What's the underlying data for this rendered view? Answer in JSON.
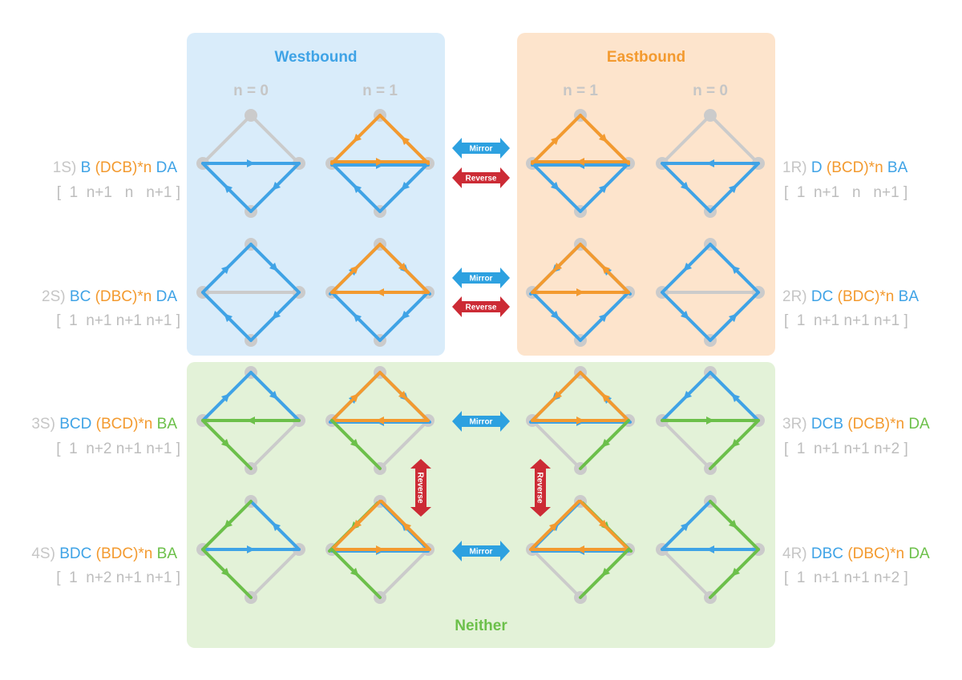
{
  "colors": {
    "westbound": "#3fa3e6",
    "eastbound": "#f39a2f",
    "neither": "#6cc04a",
    "grey": "#cbcbcb",
    "reverse": "#cc2b35",
    "mirror": "#2da1e0",
    "panel_west": "#d9ecfa",
    "panel_east": "#fde4cc",
    "panel_neither": "#e3f2d8"
  },
  "panels": {
    "westbound": {
      "title": "Westbound"
    },
    "eastbound": {
      "title": "Eastbound"
    },
    "neither": {
      "title": "Neither"
    }
  },
  "column_labels": {
    "west_n0": "n = 0",
    "west_n1": "n = 1",
    "east_n1": "n = 1",
    "east_n0": "n = 0"
  },
  "arrows": {
    "mirror": "Mirror",
    "reverse": "Reverse"
  },
  "rows": [
    {
      "left": {
        "prefix": "1S)",
        "parts": [
          {
            "text": "B",
            "color": "blue"
          },
          {
            "text": "(DCB)*n",
            "color": "orange"
          },
          {
            "text": "DA",
            "color": "blue"
          }
        ],
        "counts": "[  1  n+1   n   n+1 ]"
      },
      "right": {
        "prefix": "1R)",
        "parts": [
          {
            "text": "D",
            "color": "blue"
          },
          {
            "text": "(BCD)*n",
            "color": "orange"
          },
          {
            "text": "BA",
            "color": "blue"
          }
        ],
        "counts": "[  1  n+1   n   n+1 ]"
      }
    },
    {
      "left": {
        "prefix": "2S)",
        "parts": [
          {
            "text": "BC",
            "color": "blue"
          },
          {
            "text": "(DBC)*n",
            "color": "orange"
          },
          {
            "text": "DA",
            "color": "blue"
          }
        ],
        "counts": "[  1  n+1 n+1 n+1 ]"
      },
      "right": {
        "prefix": "2R)",
        "parts": [
          {
            "text": "DC",
            "color": "blue"
          },
          {
            "text": "(BDC)*n",
            "color": "orange"
          },
          {
            "text": "BA",
            "color": "blue"
          }
        ],
        "counts": "[  1  n+1 n+1 n+1 ]"
      }
    },
    {
      "left": {
        "prefix": "3S)",
        "parts": [
          {
            "text": "BCD",
            "color": "blue"
          },
          {
            "text": "(BCD)*n",
            "color": "orange"
          },
          {
            "text": "BA",
            "color": "green"
          }
        ],
        "counts": "[  1  n+2 n+1 n+1 ]"
      },
      "right": {
        "prefix": "3R)",
        "parts": [
          {
            "text": "DCB",
            "color": "blue"
          },
          {
            "text": "(DCB)*n",
            "color": "orange"
          },
          {
            "text": "DA",
            "color": "green"
          }
        ],
        "counts": "[  1  n+1 n+1 n+2 ]"
      }
    },
    {
      "left": {
        "prefix": "4S)",
        "parts": [
          {
            "text": "BDC",
            "color": "blue"
          },
          {
            "text": "(BDC)*n",
            "color": "orange"
          },
          {
            "text": "BA",
            "color": "green"
          }
        ],
        "counts": "[  1  n+2 n+1 n+1 ]"
      },
      "right": {
        "prefix": "4R)",
        "parts": [
          {
            "text": "DBC",
            "color": "blue"
          },
          {
            "text": "(DBC)*n",
            "color": "orange"
          },
          {
            "text": "DA",
            "color": "green"
          }
        ],
        "counts": "[  1  n+1 n+1 n+2 ]"
      }
    }
  ]
}
